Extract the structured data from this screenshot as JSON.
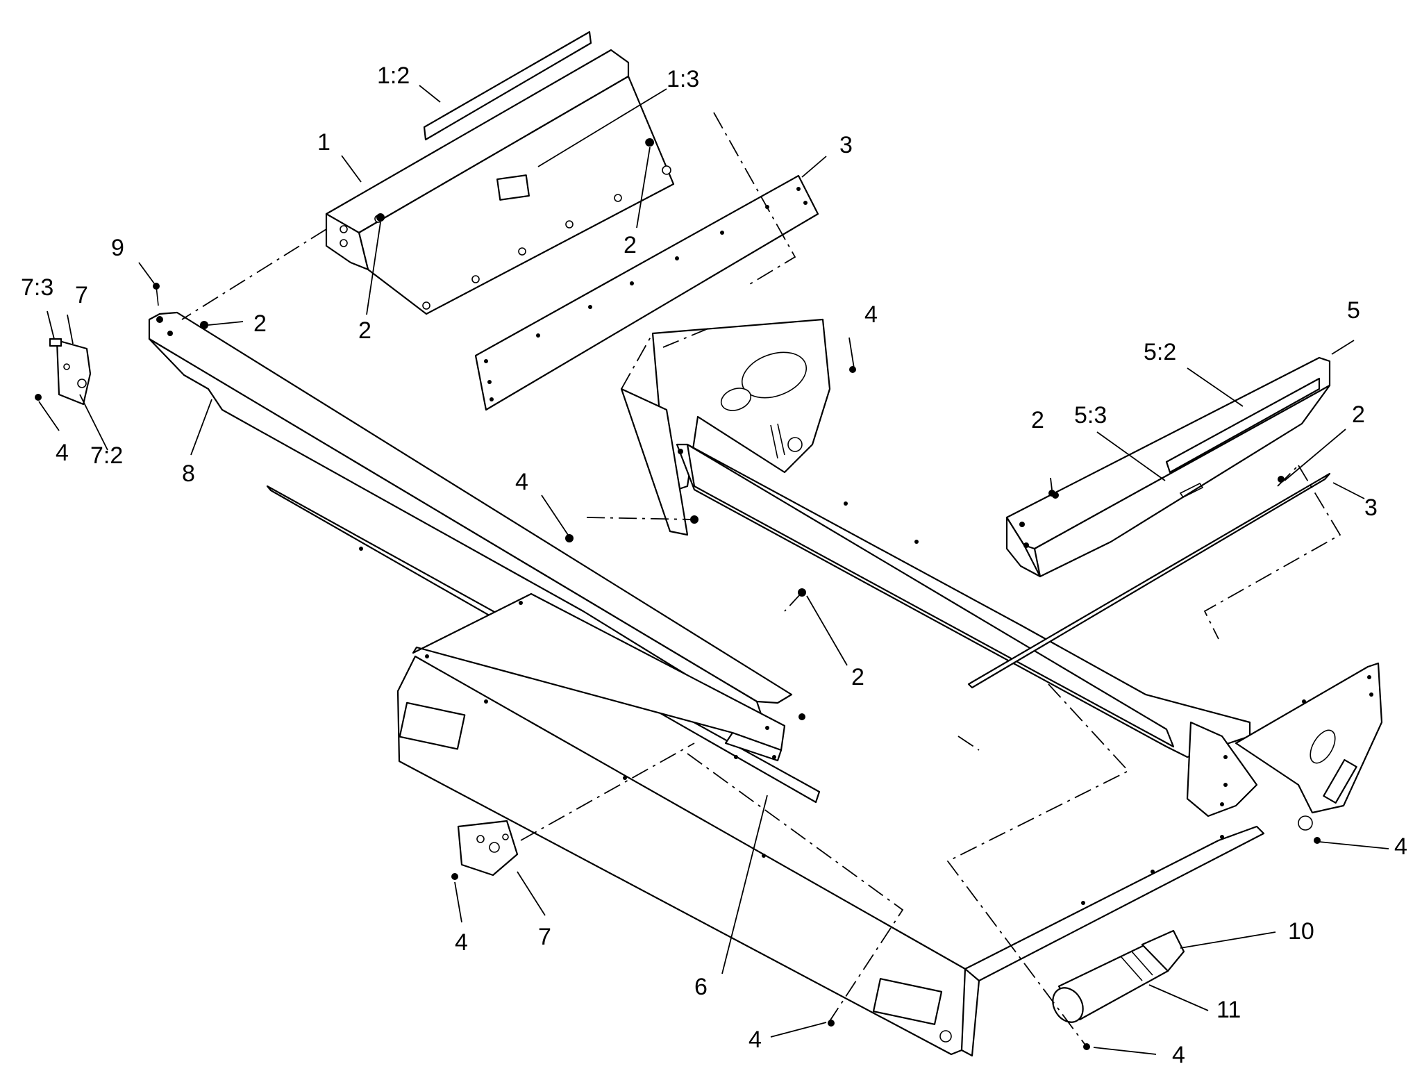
{
  "labels": {
    "l1_2": "1:2",
    "l1_3": "1:3",
    "l1": "1",
    "l2_a": "2",
    "l2_b": "2",
    "l2_c": "2",
    "l2_d": "2",
    "l2_e": "2",
    "l2_f": "2",
    "l3_a": "3",
    "l3_b": "3",
    "l4_a": "4",
    "l4_b": "4",
    "l4_c": "4",
    "l4_d": "4",
    "l4_e": "4",
    "l4_f": "4",
    "l4_g": "4",
    "l5": "5",
    "l5_2": "5:2",
    "l5_3": "5:3",
    "l6": "6",
    "l7_a": "7",
    "l7_b": "7",
    "l7_2": "7:2",
    "l7_3": "7:3",
    "l8": "8",
    "l9": "9",
    "l10": "10",
    "l11": "11"
  }
}
